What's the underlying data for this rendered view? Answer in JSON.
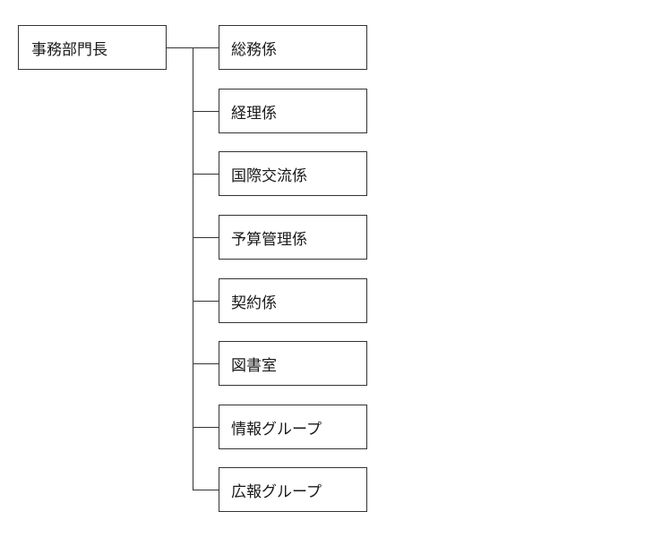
{
  "org_chart": {
    "root": "事務部門長",
    "units": [
      "総務係",
      "経理係",
      "国際交流係",
      "予算管理係",
      "契約係",
      "図書室",
      "情報グループ",
      "広報グループ"
    ]
  }
}
